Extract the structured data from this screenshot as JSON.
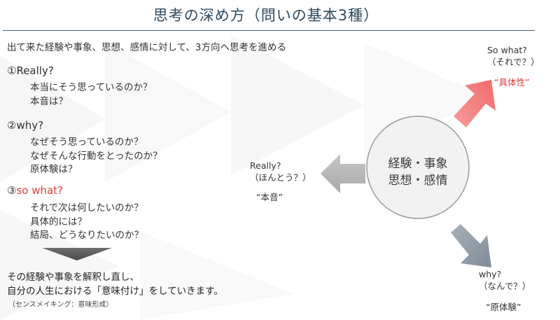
{
  "title": "思考の深め方（問いの基本3種）",
  "intro": "出て来た経験や事象、思想、感情に対して、3方向へ思考を進める",
  "questions": [
    {
      "heading": "①Really?",
      "lines": [
        "本当にそう思っているのか？",
        "本音は？"
      ]
    },
    {
      "heading": "②why?",
      "lines": [
        "なぜそう思っているのか？",
        "なぜそんな行動をとったのか？",
        "原体験は？"
      ]
    },
    {
      "heading_prefix": "③",
      "heading_rest": "so what?",
      "lines": [
        "それで次は何したいのか？",
        "具体的には？",
        "結局、どうなりたいのか？"
      ]
    }
  ],
  "closing": {
    "line1": "その経験や事象を解釈し直し、",
    "line2": "自分の人生における「意味付け」をしていきます。",
    "note": "（センスメイキング：意味形成）"
  },
  "circle": {
    "line1": "経験・事象",
    "line2": "思想・感情"
  },
  "arrows": {
    "so_what": {
      "label1": "So what?",
      "label2": "（それで？）",
      "keyword": "“具体性”",
      "color": "#f47f7f"
    },
    "really": {
      "label1": "Really?",
      "label2": "（ほんとう？）",
      "keyword": "“本音”",
      "color": "#b8b8b8"
    },
    "why": {
      "label1": "why?",
      "label2": "（なんで？）",
      "keyword": "“原体験”",
      "color": "#8e9aa6"
    }
  },
  "colors": {
    "title": "#2e4a5e",
    "accent_red": "#e03b3b",
    "circle_fill": "#f2f2f2",
    "circle_stroke": "#9a9a9a",
    "down_arrow": "#5a5a5a"
  }
}
